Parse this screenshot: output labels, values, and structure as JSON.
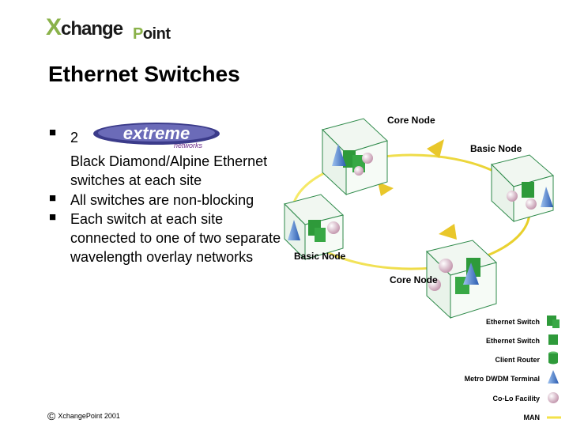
{
  "logo": {
    "part1": "change",
    "part2": "oint",
    "x": "X",
    "p": "P"
  },
  "title": "Ethernet Switches",
  "bullets": [
    {
      "lead": "2",
      "brand": "extreme",
      "brand_sub": "networks",
      "text": "Black Diamond/Alpine Ethernet switches at each site"
    },
    {
      "text": "All switches are non-blocking"
    },
    {
      "text": "Each switch at each site connected to one of two separate wavelength overlay networks"
    }
  ],
  "diagram": {
    "labels": {
      "core_top": "Core Node",
      "basic_right": "Basic Node",
      "basic_left": "Basic Node",
      "core_bottom": "Core Node"
    },
    "legend": [
      {
        "label": "Ethernet Switch",
        "icon": "green-switch-icon"
      },
      {
        "label": "Ethernet Switch",
        "icon": "green-switch-icon"
      },
      {
        "label": "Client Router",
        "icon": "green-cylinder-icon"
      },
      {
        "label": "Metro DWDM Terminal",
        "icon": "blue-pyramid-icon"
      },
      {
        "label": "Co-Lo Facility",
        "icon": "pink-sphere-icon"
      },
      {
        "label": "MAN",
        "icon": "yellow-line-icon"
      }
    ],
    "colors": {
      "ring": "#f3e24a",
      "switch": "#2e9a3a",
      "pyramid": "#3a6fc6",
      "sphere": "#d9b3c4",
      "cube": "#2e8a4a"
    }
  },
  "footer": {
    "symbol": "©",
    "text": "XchangePoint 2001"
  }
}
